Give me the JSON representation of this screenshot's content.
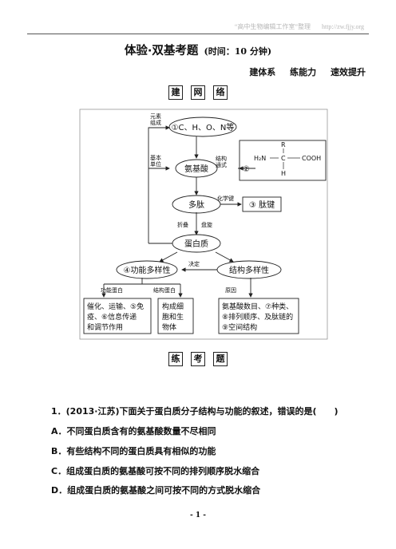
{
  "header": {
    "watermark": "“高中生物编辑工作室”整理",
    "url": "http://zw.fjjy.org"
  },
  "title": {
    "main": "体验·双基考题",
    "time": "(时间：10 分钟)"
  },
  "slogans": [
    "建体系",
    "练能力",
    "速效提升"
  ],
  "section1_chars": [
    "建",
    "网",
    "络"
  ],
  "diagram": {
    "left_label_1": [
      "元素",
      "组成"
    ],
    "left_label_2": [
      "基本",
      "单位"
    ],
    "elements": "①C、H、O、N等",
    "amino_acid": "氨基酸",
    "struct_label": [
      "结构",
      "通式"
    ],
    "circle2": "②",
    "formula": {
      "r": "R",
      "h2n": "H₂N",
      "c": "C",
      "cooh": "COOH",
      "h": "H"
    },
    "peptide": "多肽",
    "chem_bond": "化学键",
    "bond_box": "③ 肽键",
    "fold_labels": [
      "折叠",
      "盘旋"
    ],
    "protein": "蛋白质",
    "func_diversity": "④功能多样性",
    "decide": "决定",
    "struct_diversity": "结构多样性",
    "func_protein": "功能蛋白",
    "struct_protein": "结构蛋白",
    "reason": "原因",
    "func_box": [
      "催化、运输、⑤免",
      "疫、⑥信息传递",
      "和调节作用"
    ],
    "struct_box": [
      "构成细",
      "胞和生",
      "物体"
    ],
    "reason_box": [
      "氨基酸数目、⑦种类、",
      "⑧排列顺序、及肽链的",
      "⑨空间结构"
    ]
  },
  "section2_chars": [
    "练",
    "考",
    "题"
  ],
  "question": {
    "stem": "1．(2013·江苏)下面关于蛋白质分子结构与功能的叙述，错误的是(　　)",
    "options": [
      "A．不同蛋白质含有的氨基酸数量不尽相同",
      "B．有些结构不同的蛋白质具有相似的功能",
      "C．组成蛋白质的氨基酸可按不同的排列顺序脱水缩合",
      "D．组成蛋白质的氨基酸之间可按不同的方式脱水缩合"
    ]
  },
  "page_number": "- 1 -"
}
